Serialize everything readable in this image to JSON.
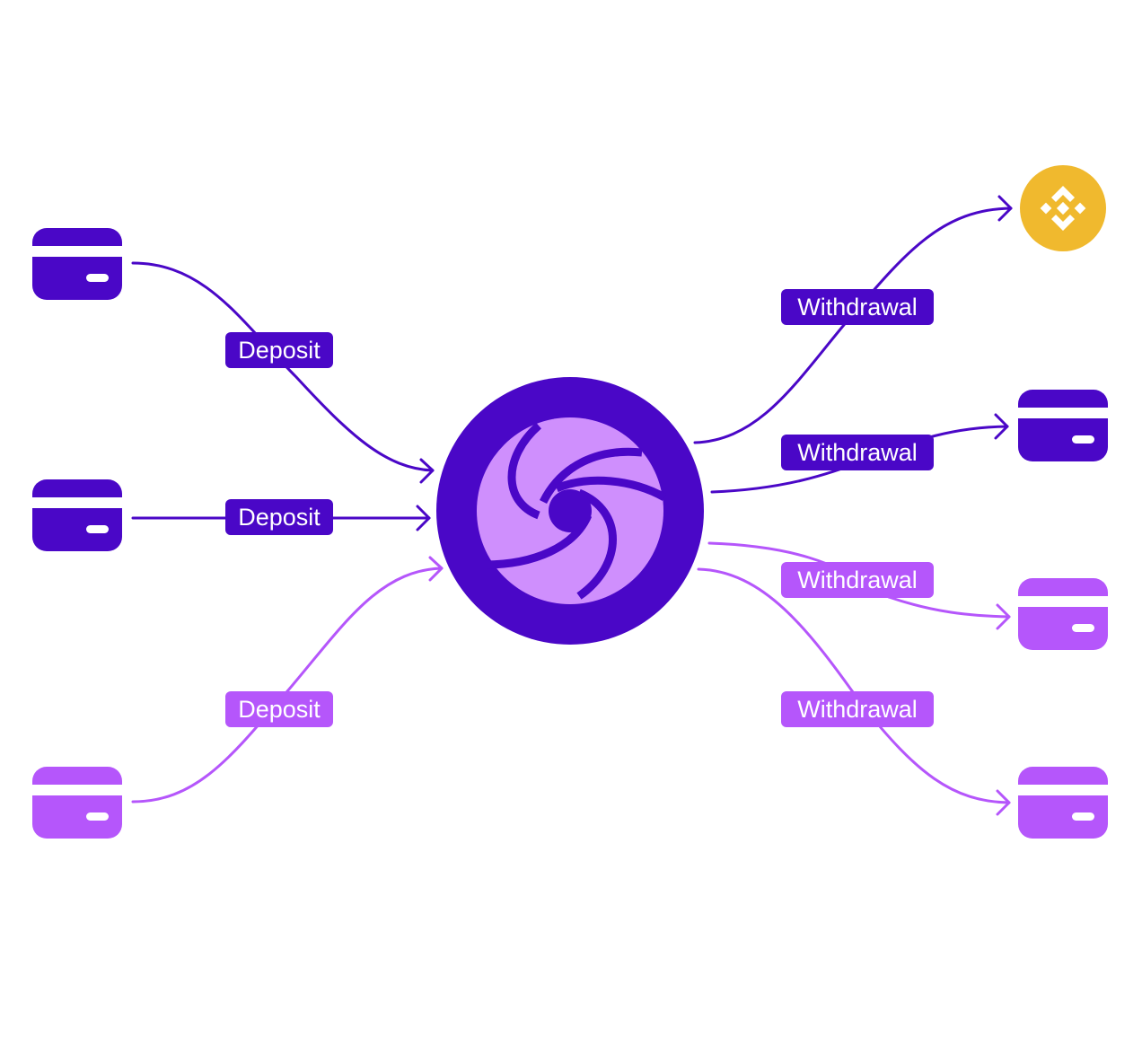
{
  "colors": {
    "dark_purple": "#4a07c7",
    "light_purple": "#b556fb",
    "hub_inner": "#cf8ffd",
    "binance_yellow": "#f0b92e",
    "background": "#ffffff"
  },
  "hub": {
    "icon": "swirl-logo-icon",
    "label": ""
  },
  "sources": [
    {
      "icon": "credit-card-icon",
      "color": "dark",
      "edge_label": "Deposit"
    },
    {
      "icon": "credit-card-icon",
      "color": "dark",
      "edge_label": "Deposit"
    },
    {
      "icon": "credit-card-icon",
      "color": "light",
      "edge_label": "Deposit"
    }
  ],
  "destinations": [
    {
      "icon": "binance-coin-icon",
      "color": "yellow",
      "edge_label": "Withdrawal"
    },
    {
      "icon": "credit-card-icon",
      "color": "dark",
      "edge_label": "Withdrawal"
    },
    {
      "icon": "credit-card-icon",
      "color": "light",
      "edge_label": "Withdrawal"
    },
    {
      "icon": "credit-card-icon",
      "color": "light",
      "edge_label": "Withdrawal"
    }
  ]
}
